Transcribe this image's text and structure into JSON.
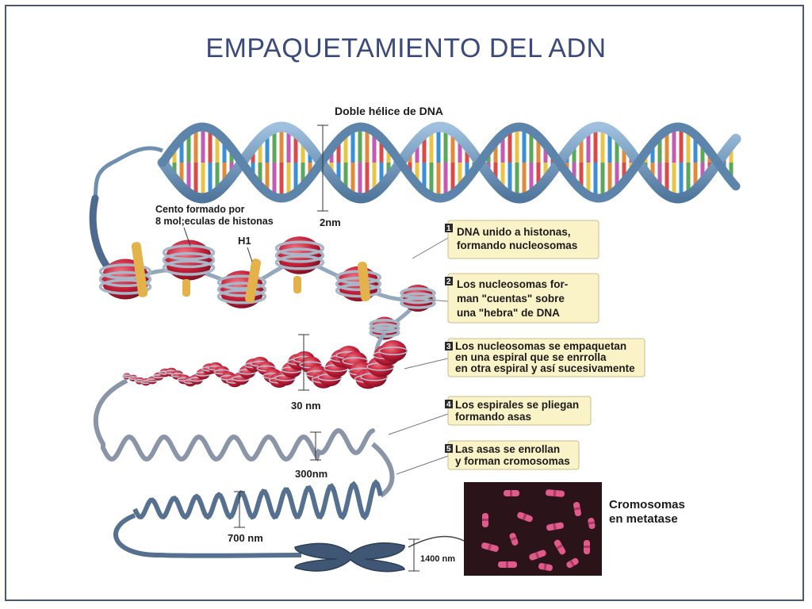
{
  "title": "EMPAQUETAMIENTO DEL ADN",
  "labels": {
    "double_helix": "Doble hélice de DNA",
    "core_line1": "Cento formado por",
    "core_line2": "8 mol;eculas de histonas",
    "h1": "H1",
    "nm2": "2nm",
    "nm30": "30 nm",
    "nm300": "300nm",
    "nm700": "700 nm",
    "nm1400": "1400 nm",
    "metaphase_line1": "Cromosomas",
    "metaphase_line2": "en metatase"
  },
  "steps": [
    {
      "number": "1",
      "line1": "DNA unido a histonas,",
      "line2": "formando nucleosomas"
    },
    {
      "number": "2",
      "line1": "Los nucleosomas for-",
      "line2": "man \"cuentas\" sobre",
      "line3": "una \"hebra\" de DNA"
    },
    {
      "number": "3",
      "line1": "Los nucleosomas se empaquetan",
      "line2": "en una espiral que se enrrolla",
      "line3": "en otra espiral y así sucesivamente"
    },
    {
      "number": "4",
      "line1": "Los espirales se pliegan",
      "line2": "formando asas"
    },
    {
      "number": "5",
      "line1": "Las asas se enrollan",
      "line2": "y forman cromosomas"
    }
  ],
  "colors": {
    "title": "#3b4a7c",
    "helix_backbone": "#6f94b8",
    "nucleosome": "#c8203a",
    "histone_h1": "#e3b24a",
    "label_box": "#fbf3c8",
    "fiber": "#8a95a8",
    "micrograph_bg": "#2a1419",
    "chromosome_pink": "#e05a8c"
  }
}
